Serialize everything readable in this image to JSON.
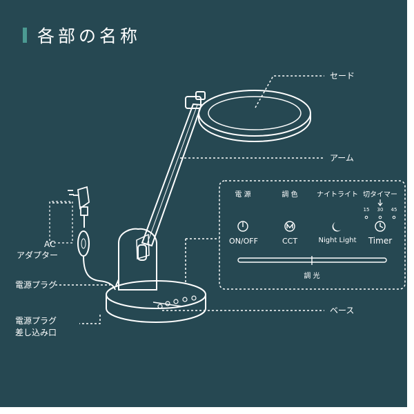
{
  "page": {
    "title": "各部の名称"
  },
  "parts": {
    "shade": "セード",
    "arm": "アーム",
    "base": "ベース",
    "ac_adapter_line1": "AC",
    "ac_adapter_line2": "アダプター",
    "power_plug": "電源プラグ",
    "plug_socket_line1": "電源プラグ",
    "plug_socket_line2": "差し込み口"
  },
  "controls": {
    "power": {
      "heading": "電 源",
      "label": "ON/OFF",
      "icon": "power-icon"
    },
    "color": {
      "heading": "調 色",
      "label": "CCT",
      "icon": "m-circle-icon"
    },
    "night": {
      "heading": "ナイトライト",
      "label": "Night Light",
      "icon": "moon-icon"
    },
    "timer": {
      "heading": "切タイマー",
      "label": "Timer",
      "icon": "clock-icon",
      "steps": [
        "15",
        "30",
        "45"
      ]
    },
    "dimmer": {
      "label": "調 光"
    }
  },
  "colors": {
    "background": "#264852",
    "accent": "#4b9a92",
    "line": "#ffffff"
  }
}
